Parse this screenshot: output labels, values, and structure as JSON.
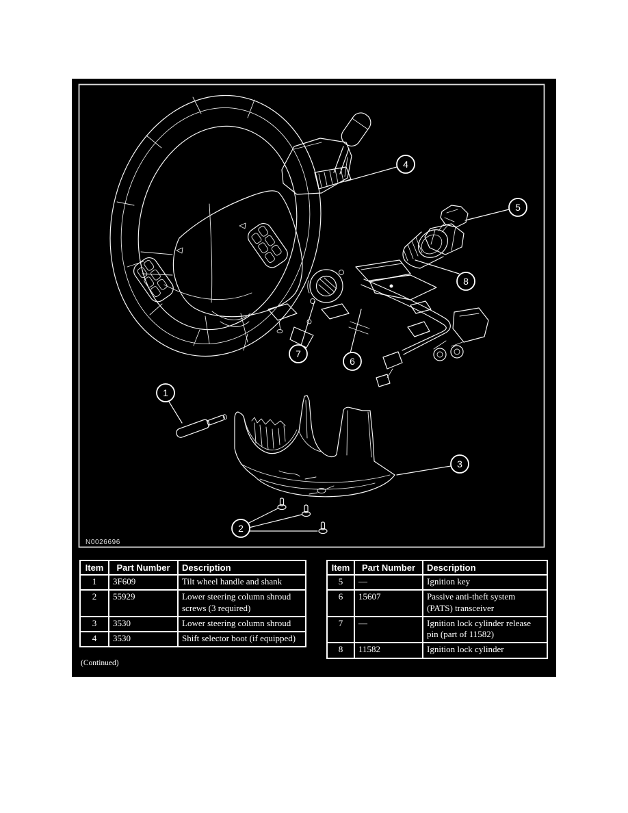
{
  "colors": {
    "page_background": "#ffffff",
    "panel_background": "#000000",
    "line_color": "#ffffff"
  },
  "diagram": {
    "figure_id": "N0026696",
    "callouts": [
      {
        "number": "1"
      },
      {
        "number": "2"
      },
      {
        "number": "3"
      },
      {
        "number": "4"
      },
      {
        "number": "5"
      },
      {
        "number": "6"
      },
      {
        "number": "7"
      },
      {
        "number": "8"
      }
    ]
  },
  "tables": {
    "left": {
      "headers": [
        "Item",
        "Part Number",
        "Description"
      ],
      "rows": [
        [
          "1",
          "3F609",
          "Tilt wheel handle and shank"
        ],
        [
          "2",
          "55929",
          "Lower steering column shroud screws (3 required)"
        ],
        [
          "3",
          "3530",
          "Lower steering column shroud"
        ],
        [
          "4",
          "3530",
          "Shift selector boot (if equipped)"
        ]
      ]
    },
    "right": {
      "headers": [
        "Item",
        "Part Number",
        "Description"
      ],
      "rows": [
        [
          "5",
          "—",
          "Ignition key"
        ],
        [
          "6",
          "15607",
          "Passive anti-theft system (PATS) transceiver"
        ],
        [
          "7",
          "—",
          "Ignition lock cylinder release pin (part of 11582)"
        ],
        [
          "8",
          "11582",
          "Ignition lock cylinder"
        ]
      ]
    },
    "continued_note": "(Continued)"
  }
}
